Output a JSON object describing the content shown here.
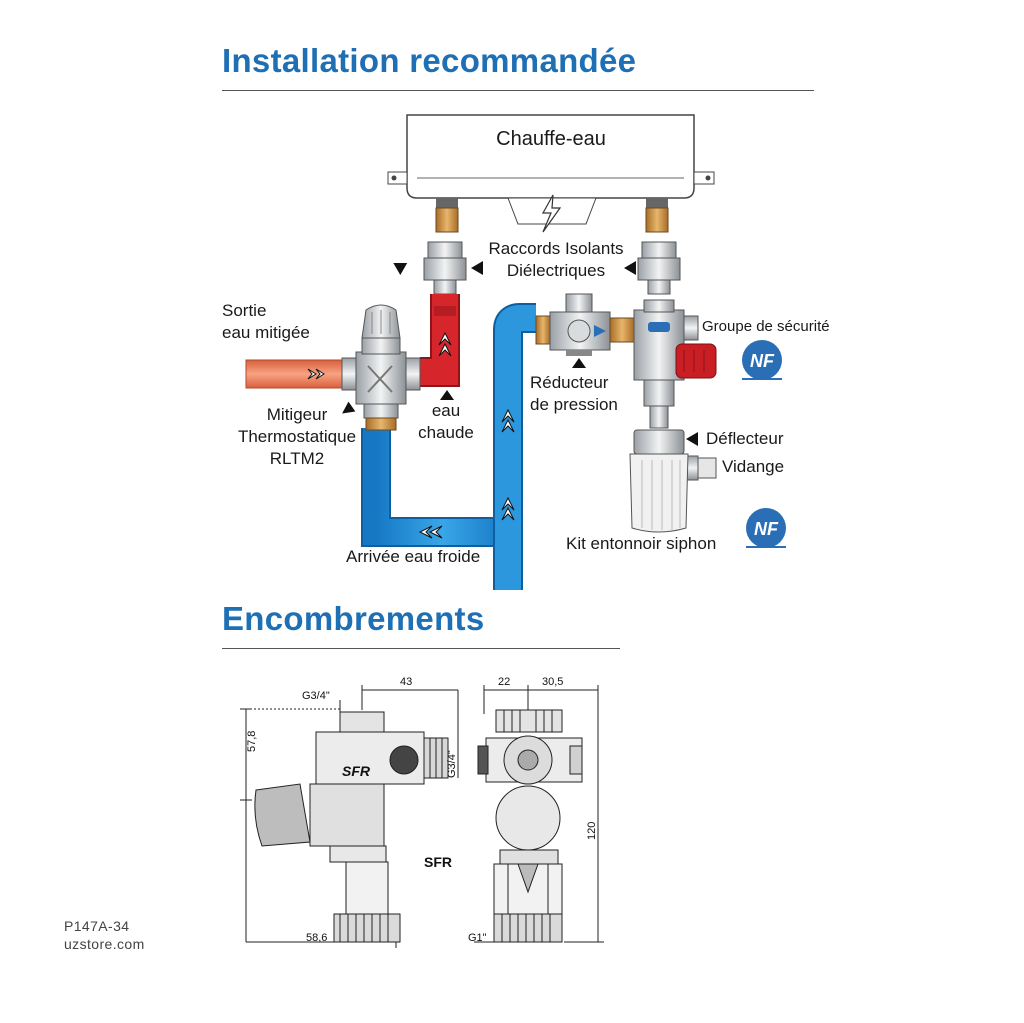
{
  "headings": {
    "installation": "Installation recommandée",
    "dimensions": "Encombrements"
  },
  "labels": {
    "water_heater": "Chauffe-eau",
    "dielectric_1": "Raccords Isolants",
    "dielectric_2": "Diélectriques",
    "mixed_out_1": "Sortie",
    "mixed_out_2": "eau mitigée",
    "hot_1": "eau",
    "hot_2": "chaude",
    "mixer_1": "Mitigeur",
    "mixer_2": "Thermostatique",
    "mixer_3": "RLTM2",
    "reducer_1": "Réducteur",
    "reducer_2": "de pression",
    "safety_group": "Groupe de sécurité",
    "deflector": "Déflecteur",
    "drain": "Vidange",
    "siphon_kit": "Kit entonnoir siphon",
    "cold_in": "Arrivée eau froide",
    "nf_mark": "NF"
  },
  "dimensions": {
    "g34_top": "G3/4\"",
    "d43": "43",
    "d57_8": "57,8",
    "g34_side": "G3/4\"",
    "d58_6": "58,6",
    "sfr": "SFR",
    "d22": "22",
    "d30_5": "30,5",
    "d120": "120",
    "g1": "G1\"",
    "brand": "SFR"
  },
  "footer": {
    "ref": "P147A-34",
    "site": "uzstore.com"
  },
  "colors": {
    "heading_blue": "#1f6fb5",
    "cold_pipe": "#1e90d8",
    "hot_pipe": "#d7262b",
    "mixed_pipe": "#ef7f5a",
    "brass": "#c98a3a",
    "nf_blue": "#2a6fb6"
  }
}
